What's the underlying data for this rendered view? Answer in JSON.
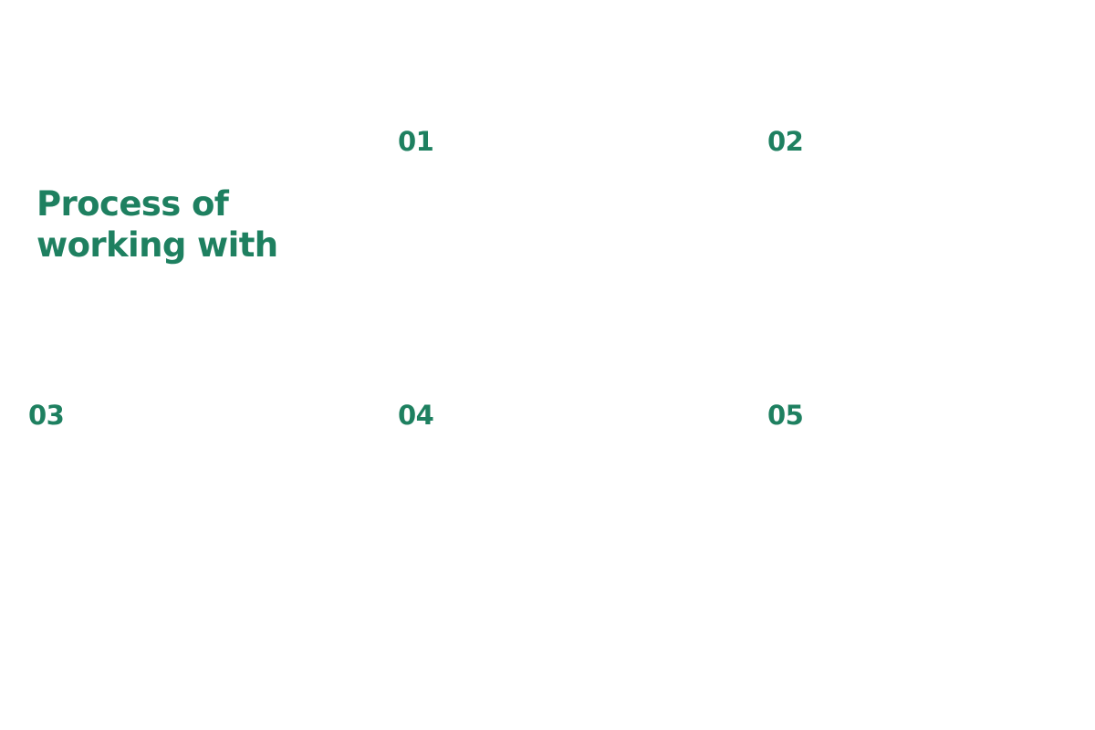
{
  "section": {
    "title_line_1": "Process of",
    "title_line_2": "working with",
    "accent_color": "#1e8060",
    "background_color": "#ffffff"
  },
  "steps": [
    {
      "number": "01"
    },
    {
      "number": "02"
    },
    {
      "number": "03"
    },
    {
      "number": "04"
    },
    {
      "number": "05"
    }
  ]
}
